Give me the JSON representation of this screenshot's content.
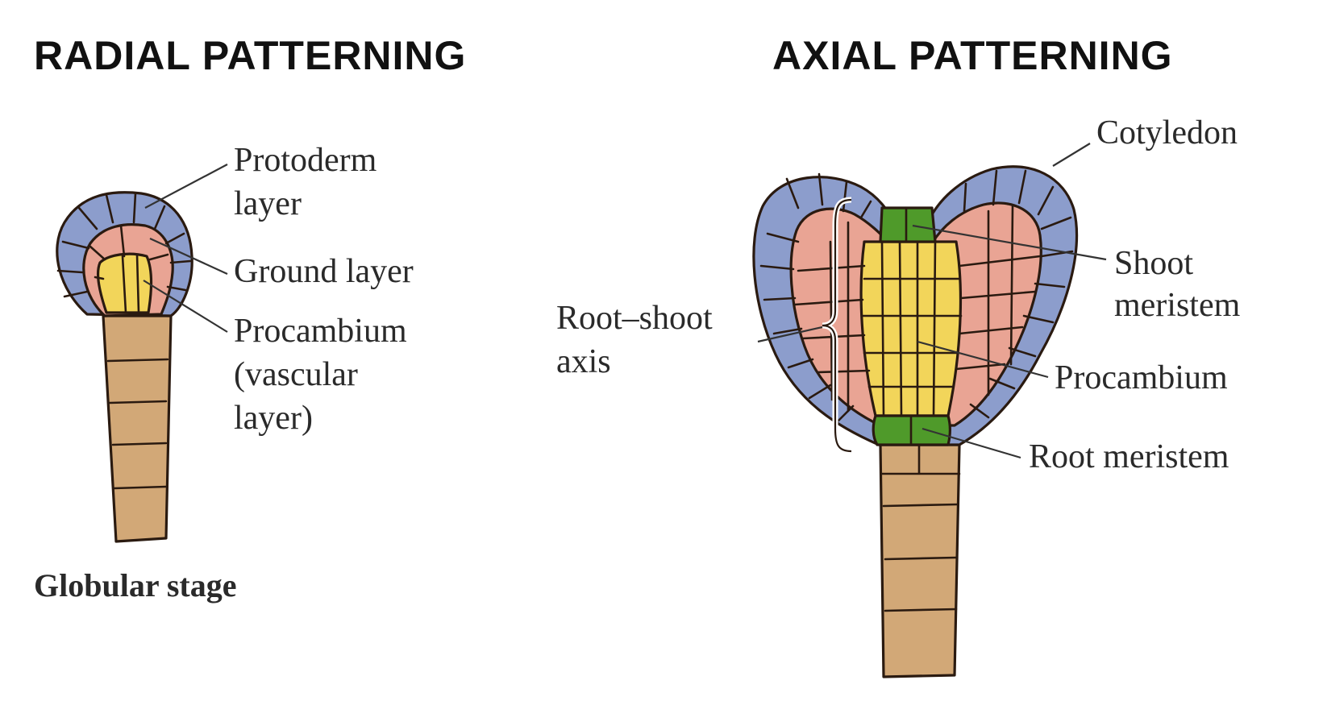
{
  "headings": {
    "radial": "RADIAL PATTERNING",
    "axial": "AXIAL PATTERNING"
  },
  "radial": {
    "labels": {
      "protoderm_line1": "Protoderm",
      "protoderm_line2": "layer",
      "ground": "Ground layer",
      "procambium_line1": "Procambium",
      "procambium_line2": "(vascular",
      "procambium_line3": "layer)"
    },
    "caption": "Globular stage"
  },
  "axial": {
    "labels": {
      "cotyledon": "Cotyledon",
      "shoot_line1": "Shoot",
      "shoot_line2": "meristem",
      "root_shoot_line1": "Root–shoot",
      "root_shoot_line2": "axis",
      "procambium": "Procambium",
      "root_meristem": "Root meristem"
    }
  },
  "colors": {
    "protoderm": "#8c9dcc",
    "ground": "#e9a494",
    "procambium": "#f2d55a",
    "meristem": "#4f9a2a",
    "suspensor": "#d2a877",
    "cell_wall": "#2a1a10"
  }
}
